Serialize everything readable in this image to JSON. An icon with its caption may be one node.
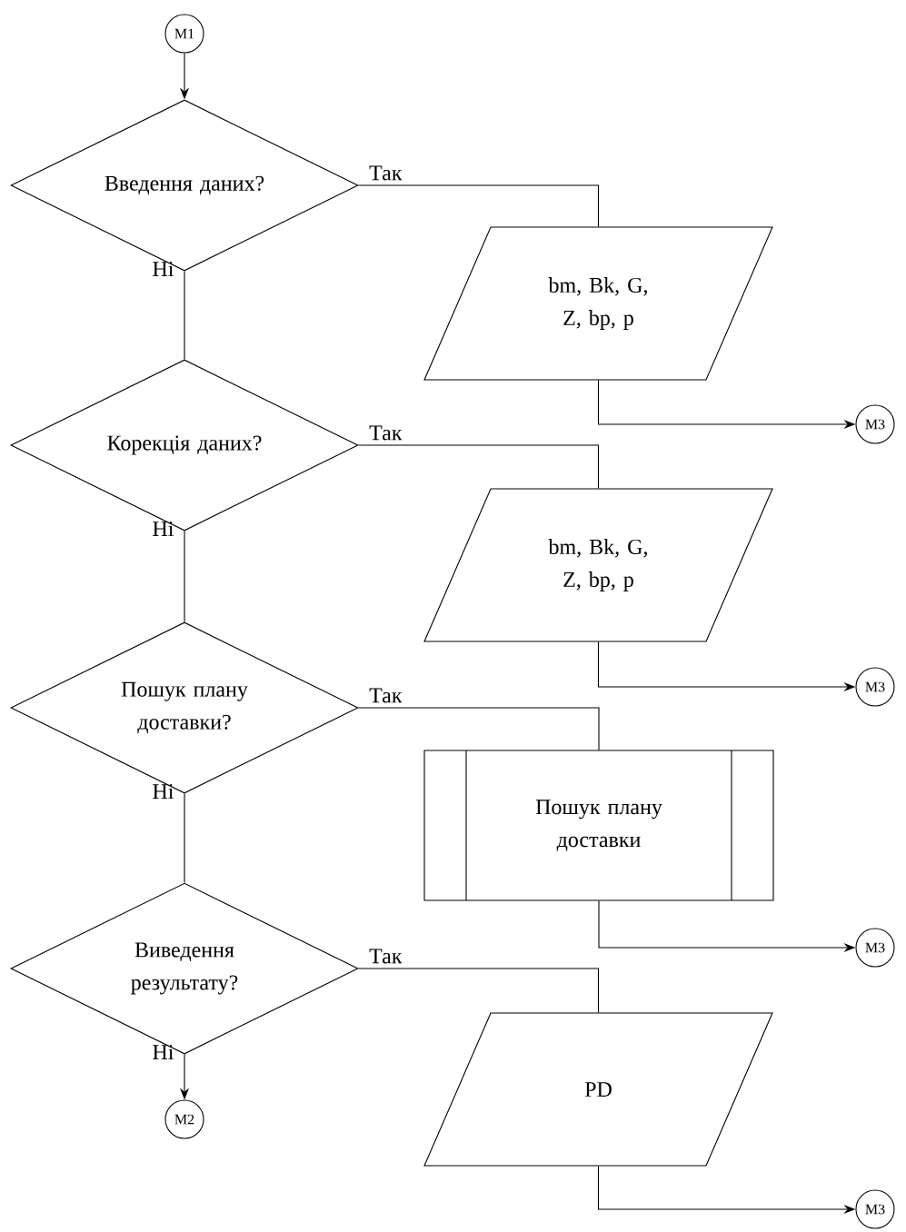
{
  "diagram": {
    "nodes": [
      {
        "text": [
          "M1"
        ]
      },
      {
        "text": [
          "Введення даних?"
        ]
      },
      {
        "text": [
          "bm, Bk, G, Z, bp, p"
        ]
      },
      {
        "text": [
          "M3"
        ]
      },
      {
        "text": [
          "Корекція даних?"
        ]
      },
      {
        "text": [
          "bm, Bk, G, Z, bp, p"
        ]
      },
      {
        "text": [
          "M3"
        ]
      },
      {
        "text": [
          "Пошук плану доставки?"
        ]
      },
      {
        "text": [
          "Пошук плану доставки"
        ]
      },
      {
        "text": [
          "M3"
        ]
      },
      {
        "text": [
          "Виведення результату?"
        ]
      },
      {
        "text": [
          "M2"
        ]
      },
      {
        "text": [
          "PD"
        ]
      },
      {
        "text": [
          "M3"
        ]
      }
    ],
    "edges": [
      {
        "from": 0,
        "to": 1,
        "arrow": "to"
      },
      {
        "from": 1,
        "to": 2,
        "arrow": "none",
        "label": "Так"
      },
      {
        "from": 1,
        "to": 4,
        "arrow": "none",
        "label": "Ні"
      },
      {
        "from": 2,
        "to": 3,
        "arrow": "to"
      },
      {
        "from": 4,
        "to": 5,
        "arrow": "none",
        "label": "Так"
      },
      {
        "from": 4,
        "to": 7,
        "arrow": "none",
        "label": "Ні"
      },
      {
        "from": 5,
        "to": 6,
        "arrow": "to"
      },
      {
        "from": 7,
        "to": 8,
        "arrow": "none",
        "label": "Так"
      },
      {
        "from": 7,
        "to": 10,
        "arrow": "none",
        "label": "Ні"
      },
      {
        "from": 8,
        "to": 9,
        "arrow": "to"
      },
      {
        "from": 10,
        "to": 12,
        "arrow": "none",
        "label": "Так"
      },
      {
        "from": 10,
        "to": 11,
        "arrow": "to",
        "label": "Ні"
      },
      {
        "from": 12,
        "to": 13,
        "arrow": "to"
      }
    ]
  }
}
